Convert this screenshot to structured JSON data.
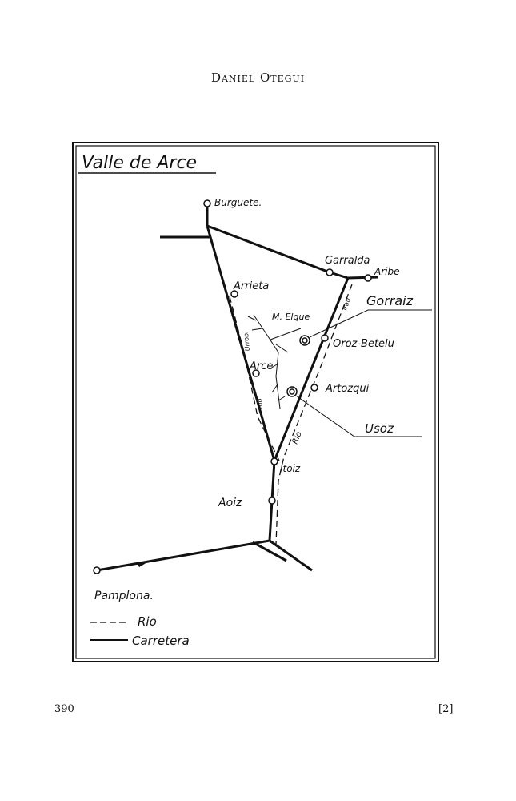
{
  "header": {
    "author": "Daniel Otegui"
  },
  "footer": {
    "page_number": "390",
    "note_ref": "[2]"
  },
  "map": {
    "title": "Valle de Arce",
    "places": {
      "burguete": "Burguete.",
      "garralda": "Garralda",
      "aribe": "Aribe",
      "arrieta": "Arrieta",
      "m_elque": "M. Elque",
      "gorraiz": "Gorraiz",
      "oroz_betelu": "Oroz-Betelu",
      "arce": "Arce",
      "artozqui": "Artozqui",
      "usoz": "Usoz",
      "itoiz": "Itoiz",
      "aoiz": "Aoiz",
      "pamplona": "Pamplona."
    },
    "rivers": {
      "urrobi": "Urrobi",
      "rio_west": "Rio",
      "irati": "Irati",
      "rio_east": "Rio"
    },
    "legend": {
      "river": "Rio",
      "road": "Carretera"
    }
  }
}
